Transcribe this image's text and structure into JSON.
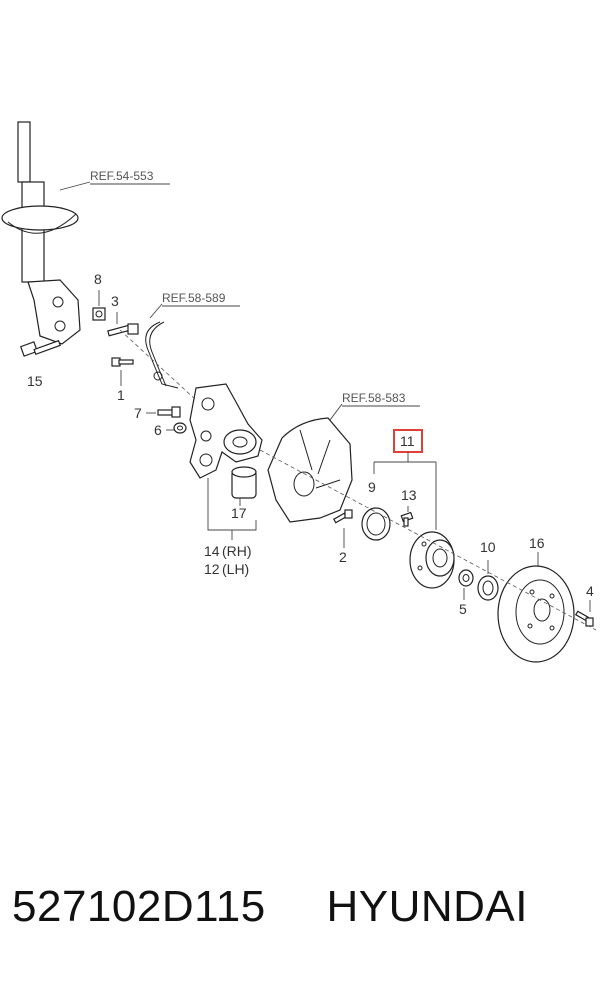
{
  "diagram": {
    "refs": {
      "r1": "REF.54-553",
      "r2": "REF.58-589",
      "r3": "REF.58-583"
    },
    "callouts": {
      "c1": "1",
      "c2": "2",
      "c3": "3",
      "c4": "4",
      "c5": "5",
      "c6": "6",
      "c7": "7",
      "c8": "8",
      "c9": "9",
      "c10": "10",
      "c11": "11",
      "c13": "13",
      "c15": "15",
      "c16": "16",
      "c17": "17",
      "c14": "14",
      "c12": "12",
      "rh": "(RH)",
      "lh": "(LH)"
    },
    "highlight_color": "#e0403a"
  },
  "footer": {
    "part_number": "527102D115",
    "brand": "HYUNDAI"
  }
}
